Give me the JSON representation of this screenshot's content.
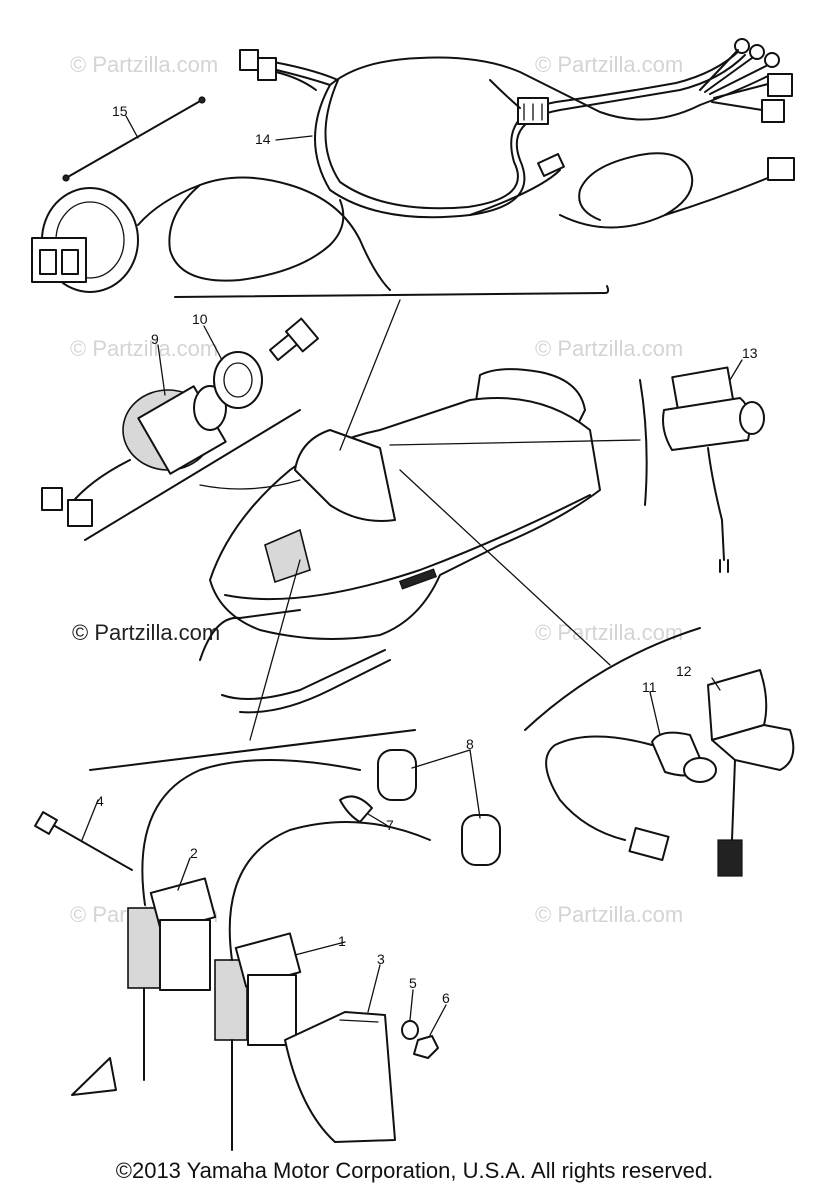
{
  "copyright": "©2013 Yamaha Motor Corporation, U.S.A. All rights reserved.",
  "watermarks": {
    "faint": "© Partzilla.com",
    "dark": "© Partzilla.com"
  },
  "callouts": {
    "c1": "1",
    "c2": "2",
    "c3": "3",
    "c4": "4",
    "c5": "5",
    "c6": "6",
    "c7": "7",
    "c8": "8",
    "c9": "9",
    "c10": "10",
    "c11": "11",
    "c12": "12",
    "c13": "13",
    "c14": "14",
    "c15": "15"
  },
  "colors": {
    "ink": "#111111",
    "watermark": "#d4d4d4",
    "background": "#ffffff"
  }
}
